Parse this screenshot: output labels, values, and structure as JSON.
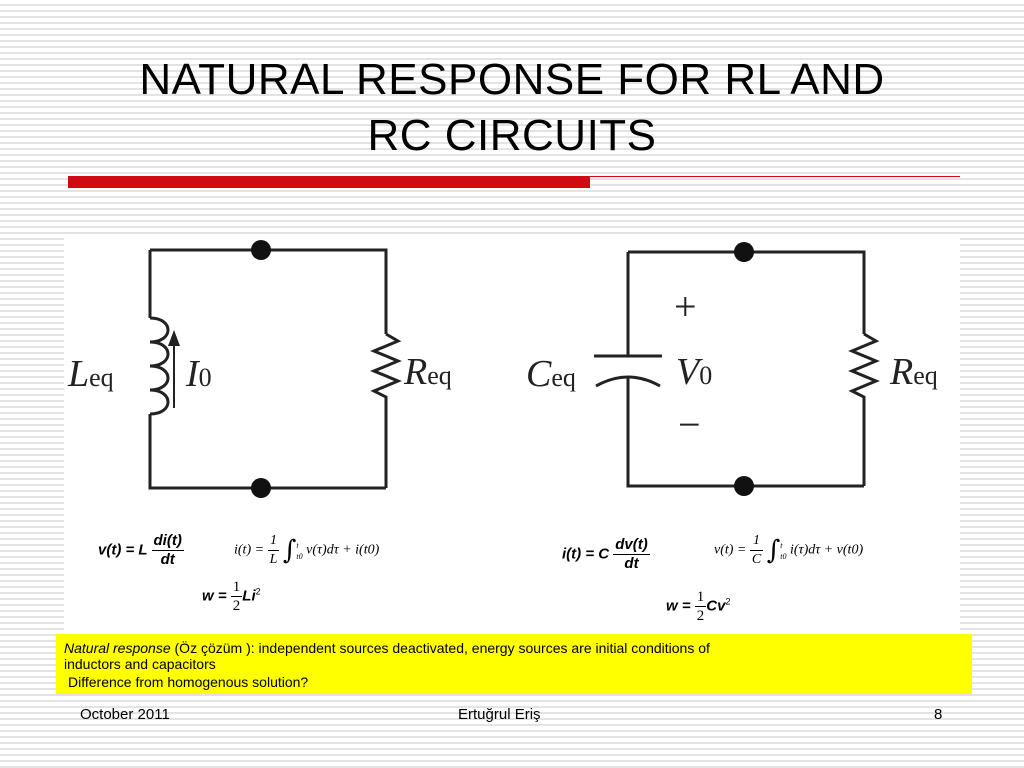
{
  "slide": {
    "title_line1": "NATURAL RESPONSE FOR RL AND",
    "title_line2": "RC CIRCUITS"
  },
  "colors": {
    "accent_red": "#d00a12",
    "highlight_yellow": "#ffff00"
  },
  "circuit_rl": {
    "inductor_label": "L",
    "inductor_sub": "eq",
    "current_label": "I",
    "current_sub": "0",
    "resistor_label": "R",
    "resistor_sub": "eq"
  },
  "circuit_rc": {
    "capacitor_label": "C",
    "capacitor_sub": "eq",
    "plus": "+",
    "voltage_label": "V",
    "voltage_sub": "0",
    "minus": "−",
    "resistor_label": "R",
    "resistor_sub": "eq"
  },
  "equations": {
    "rl_v_lhs": "v(t) = L",
    "rl_v_num": "di(t)",
    "rl_v_den": "dt",
    "rl_i_lhs": "i(t) =",
    "rl_i_num": "1",
    "rl_i_den": "L",
    "rl_i_upper": "t",
    "rl_i_lower": "t0",
    "rl_i_rhs": "v(τ)dτ + i(t0)",
    "rl_w_lhs": "w =",
    "rl_w_num": "1",
    "rl_w_den": "2",
    "rl_w_rhs": "Li",
    "rl_w_exp": "2",
    "rc_i_lhs": "i(t) = C",
    "rc_i_num": "dv(t)",
    "rc_i_den": "dt",
    "rc_v_lhs": "v(t) =",
    "rc_v_num": "1",
    "rc_v_den": "C",
    "rc_v_upper": "t",
    "rc_v_lower": "t0",
    "rc_v_rhs": "i(τ)dτ + v(t0)",
    "rc_w_lhs": "w =",
    "rc_w_num": "1",
    "rc_w_den": "2",
    "rc_w_rhs": "Cv",
    "rc_w_exp": "2"
  },
  "note": {
    "italic_term": "Natural response",
    "line1_rest": " (Öz çözüm ): independent sources deactivated, energy sources are initial conditions of",
    "line2": "inductors and capacitors",
    "line3": "Difference from homogenous solution?"
  },
  "footer": {
    "date": "October 2011",
    "author": "Ertuğrul Eriş",
    "page": "8"
  }
}
